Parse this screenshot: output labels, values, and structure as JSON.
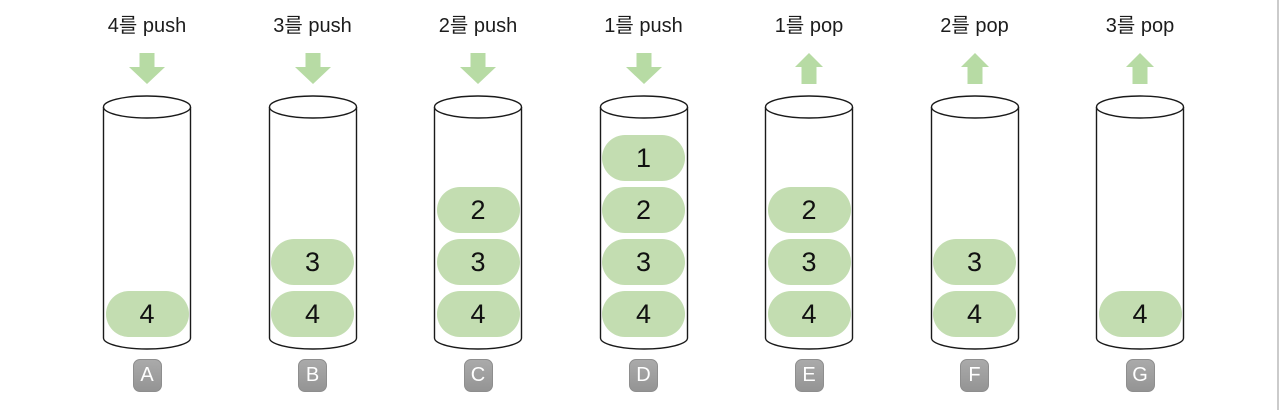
{
  "colors": {
    "pill_green": "#c3ddb1",
    "arrow_green": "#b7dba4",
    "chip_gray": "#9e9e9e",
    "outline": "#1a1a1a"
  },
  "columns": [
    {
      "label": "A",
      "title": "4를 push",
      "operation": "push",
      "arrow": "down",
      "stack_top_to_bottom": [
        4
      ]
    },
    {
      "label": "B",
      "title": "3를 push",
      "operation": "push",
      "arrow": "down",
      "stack_top_to_bottom": [
        3,
        4
      ]
    },
    {
      "label": "C",
      "title": "2를 push",
      "operation": "push",
      "arrow": "down",
      "stack_top_to_bottom": [
        2,
        3,
        4
      ]
    },
    {
      "label": "D",
      "title": "1를 push",
      "operation": "push",
      "arrow": "down",
      "stack_top_to_bottom": [
        1,
        2,
        3,
        4
      ]
    },
    {
      "label": "E",
      "title": "1를 pop",
      "operation": "pop",
      "arrow": "up",
      "stack_top_to_bottom": [
        2,
        3,
        4
      ]
    },
    {
      "label": "F",
      "title": "2를 pop",
      "operation": "pop",
      "arrow": "up",
      "stack_top_to_bottom": [
        3,
        4
      ]
    },
    {
      "label": "G",
      "title": "3를 pop",
      "operation": "pop",
      "arrow": "up",
      "stack_top_to_bottom": [
        4
      ]
    }
  ]
}
